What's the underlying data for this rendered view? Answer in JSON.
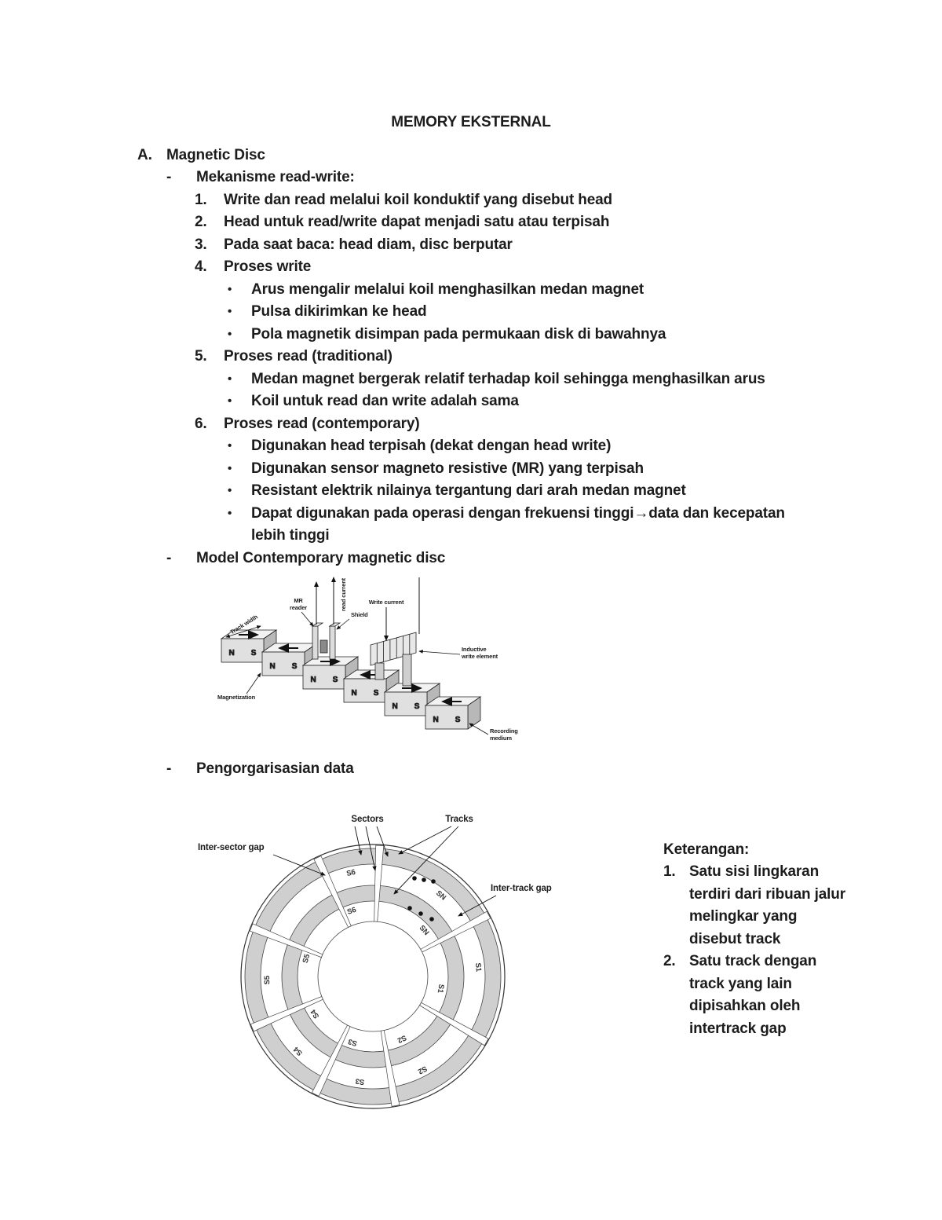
{
  "doc": {
    "title": "MEMORY EKSTERNAL",
    "section": {
      "label": "A.",
      "title": "Magnetic Disc"
    },
    "dash_marker": "-",
    "bullet_marker": "•",
    "dash_items": [
      "Mekanisme read-write:",
      "Model Contemporary magnetic disc",
      "Pengorgarisasian data"
    ],
    "list": [
      {
        "marker": "1.",
        "text": "Write dan read melalui koil konduktif yang disebut head"
      },
      {
        "marker": "2.",
        "text": "Head untuk read/write dapat menjadi satu atau terpisah"
      },
      {
        "marker": "3.",
        "text": "Pada saat baca: head diam, disc berputar"
      },
      {
        "marker": "4.",
        "text": "Proses write",
        "bullets": [
          "Arus mengalir melalui koil menghasilkan medan magnet",
          "Pulsa dikirimkan ke head",
          "Pola magnetik disimpan pada permukaan disk di bawahnya"
        ]
      },
      {
        "marker": "5.",
        "text": "Proses read (traditional)",
        "bullets": [
          "Medan magnet bergerak relatif terhadap koil sehingga menghasilkan arus",
          "Koil untuk read dan write adalah sama"
        ]
      },
      {
        "marker": "6.",
        "text": "Proses read (contemporary)",
        "bullets": [
          "Digunakan head terpisah (dekat dengan head write)",
          "Digunakan sensor magneto resistive (MR) yang terpisah",
          "Resistant elektrik nilainya tergantung dari arah medan magnet",
          "Dapat digunakan pada operasi dengan frekuensi tinggi→data dan kecepatan lebih tinggi"
        ]
      }
    ],
    "keterangan": {
      "title": "Keterangan:",
      "items": [
        {
          "marker": "1.",
          "text": "Satu sisi lingkaran terdiri dari ribuan jalur melingkar yang disebut track"
        },
        {
          "marker": "2.",
          "text": "Satu track dengan track yang lain dipisahkan oleh intertrack gap"
        }
      ]
    }
  },
  "diagram1": {
    "labels": {
      "track_width": "Track width",
      "mr_reader_1": "MR",
      "mr_reader_2": "reader",
      "shield": "Shield",
      "read_current": "read current",
      "write_current": "Write current",
      "inductive_1": "Inductive",
      "inductive_2": "write element",
      "magnetization": "Magnetization",
      "recording_1": "Recording",
      "recording_2": "medium"
    },
    "poles": [
      "N",
      "S",
      "N",
      "S",
      "N",
      "S",
      "N",
      "S",
      "N",
      "S",
      "N",
      "S"
    ]
  },
  "diagram2": {
    "callouts": {
      "sectors": "Sectors",
      "tracks": "Tracks",
      "inter_sector_gap": "Inter-sector gap",
      "inter_track_gap": "Inter-track gap"
    },
    "outer_sector_labels": [
      "S6",
      "SN",
      "S1",
      "S2",
      "S3",
      "S4",
      "S5"
    ],
    "inner_sector_labels": [
      "S6",
      "SN",
      "S1",
      "S2",
      "S3",
      "S4",
      "S5"
    ]
  }
}
